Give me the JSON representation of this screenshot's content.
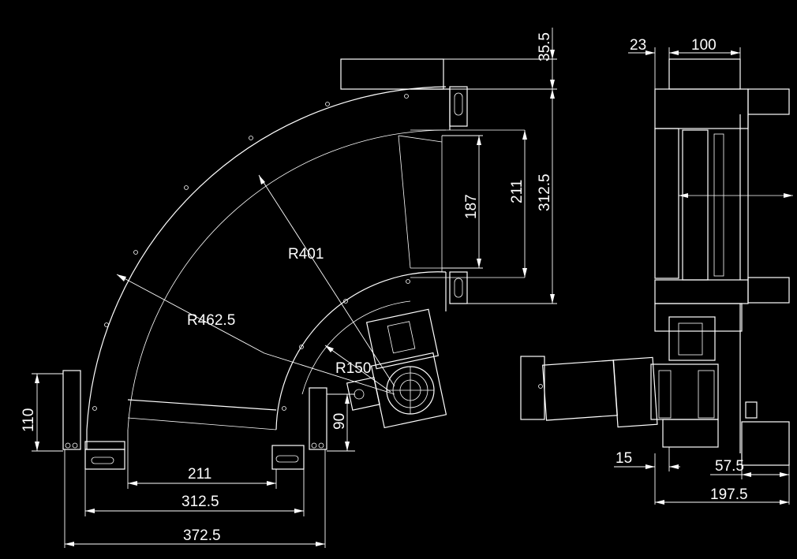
{
  "colors": {
    "background": "#000000",
    "line": "#ffffff"
  },
  "left_view": {
    "dim_bottom_inner": "211",
    "dim_bottom_mid": "312.5",
    "dim_bottom_outer": "372.5",
    "dim_left_height": "110",
    "dim_right_height": "90",
    "radius_outer": "R462.5",
    "radius_inner": "R401",
    "radius_small": "R150",
    "dim_right_inner": "187",
    "dim_right_mid": "211",
    "dim_right_outer": "312.5",
    "dim_top": "35.5"
  },
  "side_view": {
    "dim_top_left": "23",
    "dim_top_width": "100",
    "dim_bottom_left": "15",
    "dim_bottom_mid": "57.5",
    "dim_bottom_total": "197.5"
  }
}
